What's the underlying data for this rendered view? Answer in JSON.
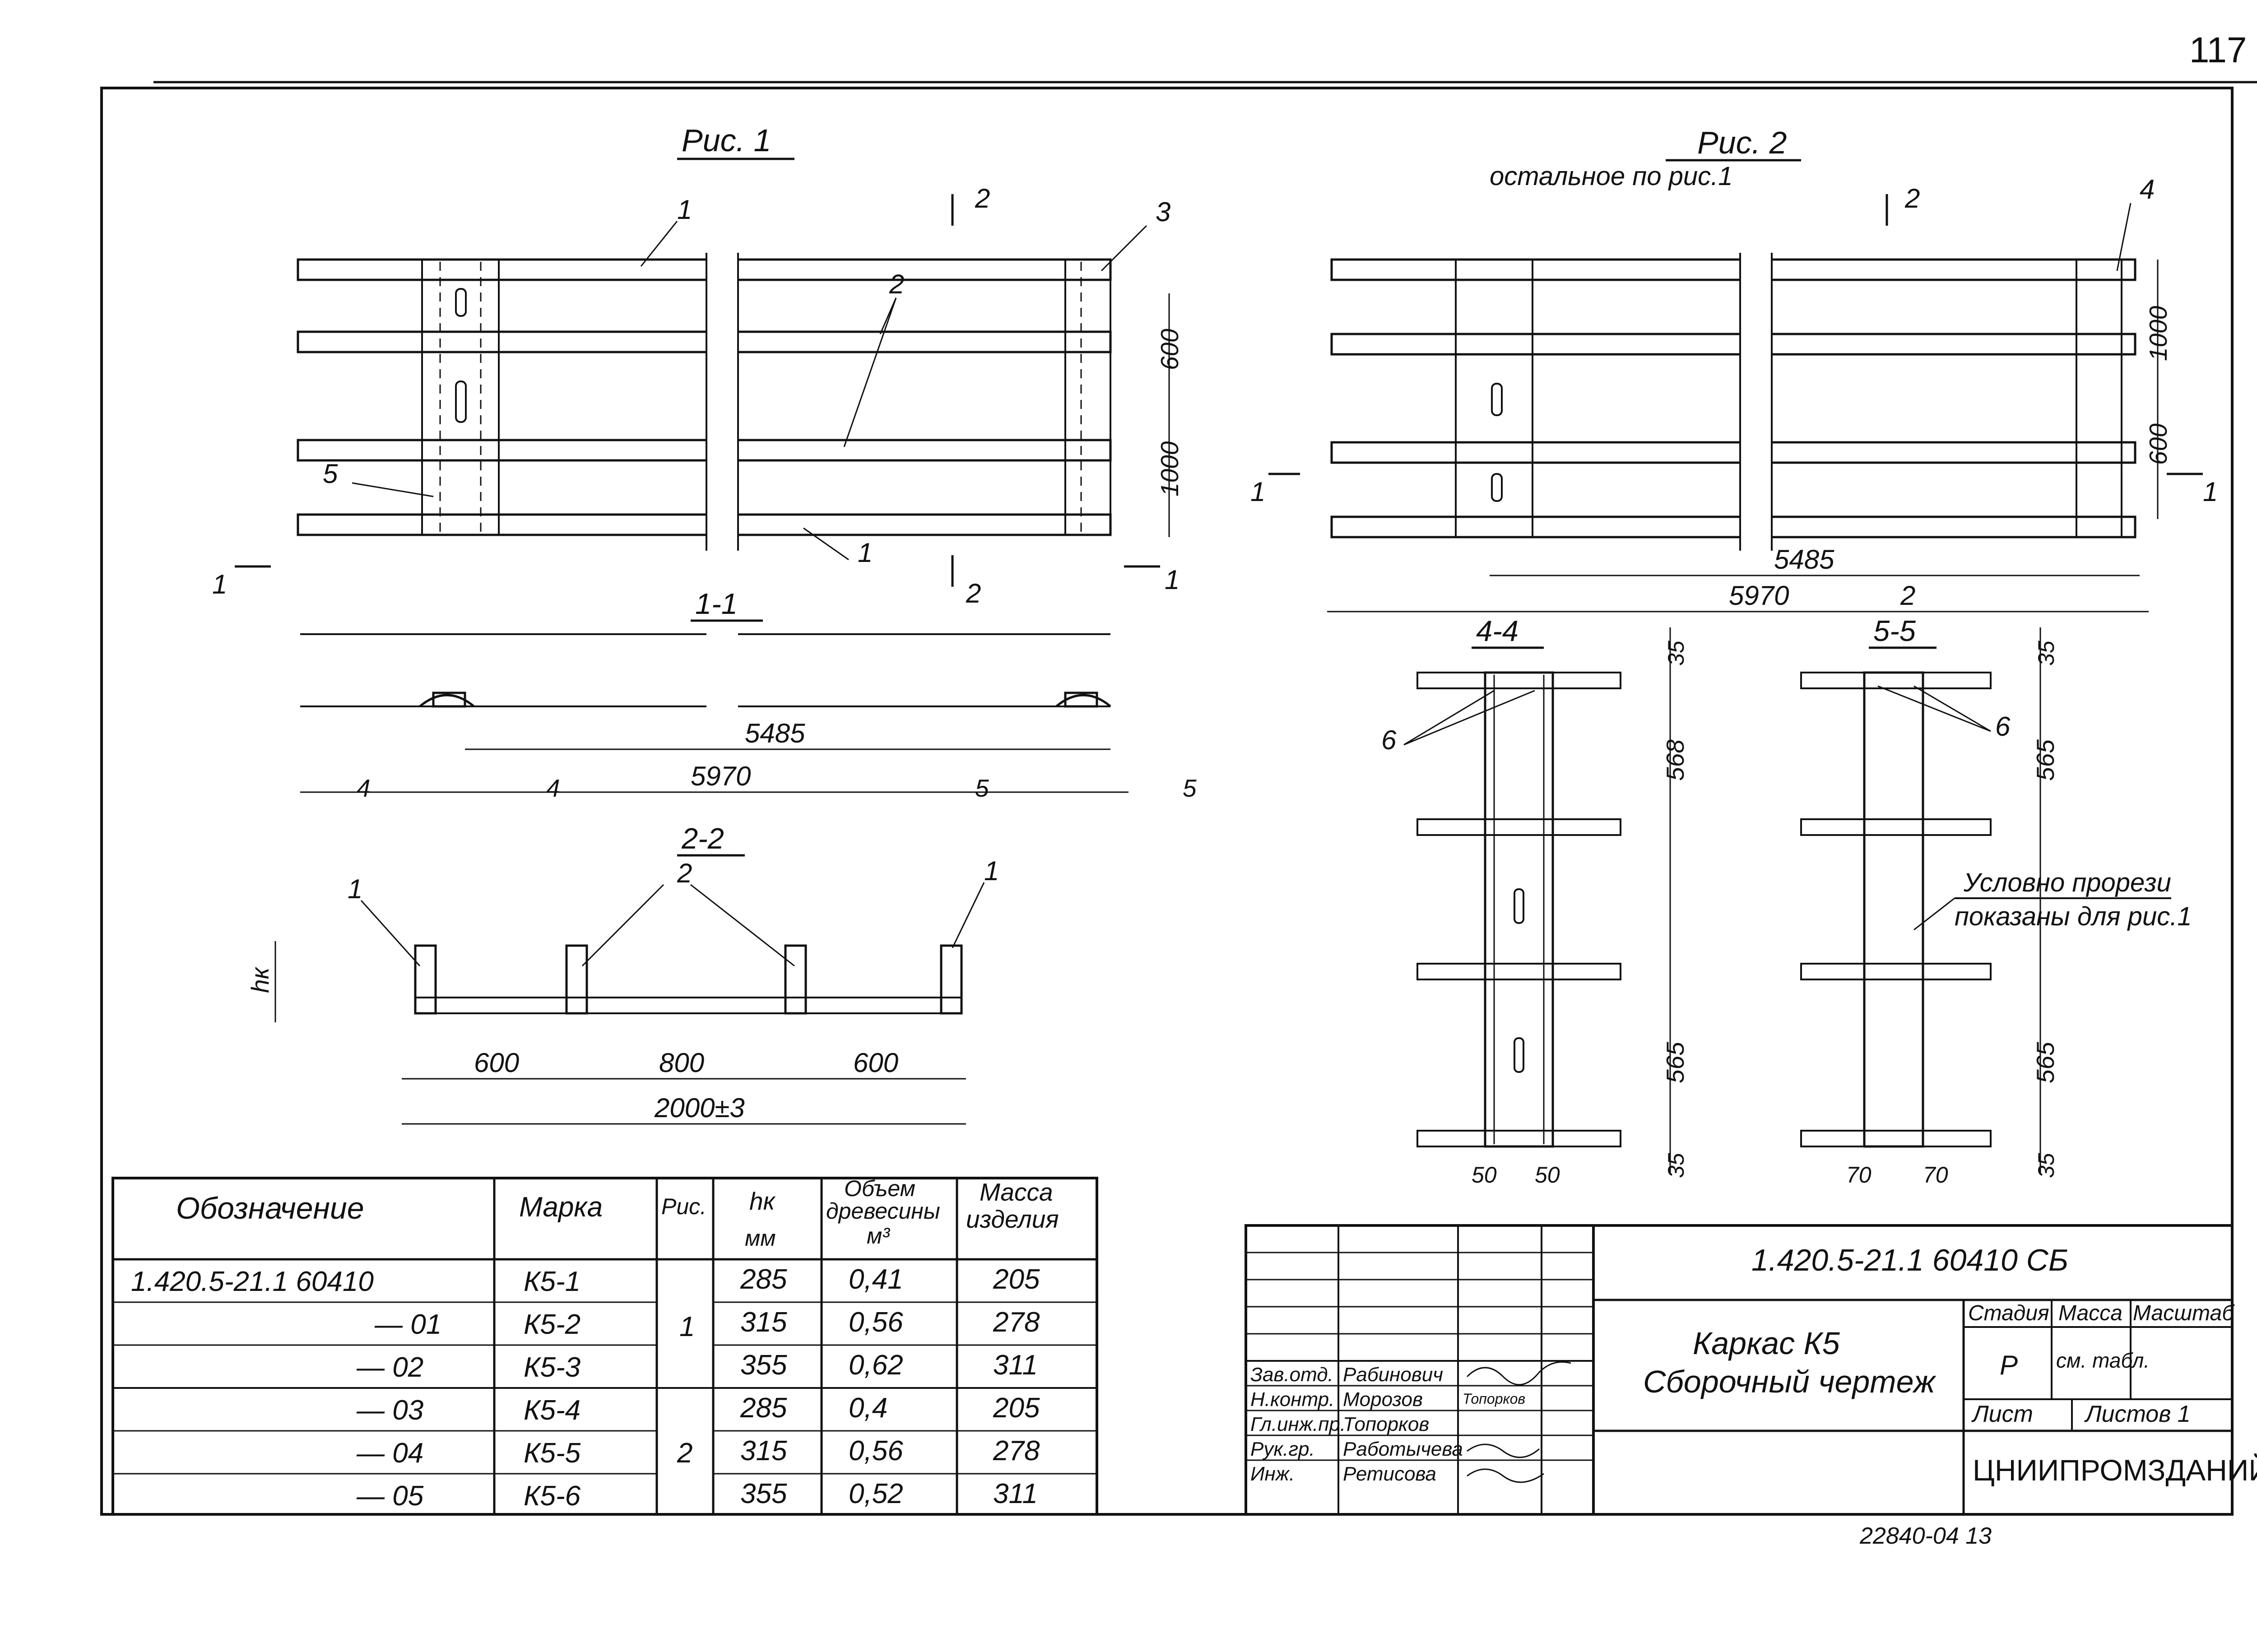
{
  "page_number": "117",
  "fig1": {
    "title": "Рис. 1",
    "section_1_1": "1-1",
    "section_2_2": "2-2",
    "dim_5485": "5485",
    "dim_5970": "5970",
    "dim_600": "600",
    "dim_1000": "1000",
    "cut_1": "1",
    "cut_2": "2",
    "cut_4": "4",
    "cut_5": "5",
    "callouts": [
      "1",
      "2",
      "3",
      "1",
      "5"
    ]
  },
  "section22": {
    "dim_600_left": "600",
    "dim_800": "800",
    "dim_600_right": "600",
    "dim_total": "2000±3",
    "hk": "hк",
    "callouts": [
      "1",
      "2",
      "1"
    ]
  },
  "fig2": {
    "title": "Рис. 2",
    "subtitle": "остальное по рис.1",
    "dim_5485": "5485",
    "dim_5970": "5970",
    "dim_1000": "1000",
    "dim_600": "600",
    "callout_4": "4",
    "cut_1": "1",
    "cut_2": "2"
  },
  "section44": {
    "title": "4-4",
    "callout": "6",
    "dims": [
      "35",
      "568",
      "565",
      "35"
    ],
    "bottom_dims": [
      "50",
      "50"
    ]
  },
  "section55": {
    "title": "5-5",
    "callout": "6",
    "note_line1": "Условно прорези",
    "note_line2": "показаны для рис.1",
    "dims": [
      "35",
      "565",
      "565",
      "35"
    ],
    "bottom_dims": [
      "70",
      "70"
    ]
  },
  "spec_table": {
    "headers": [
      "Обозначение",
      "Марка",
      "Рис.",
      "hк\nмм",
      "Объем\nдревесины\nм³",
      "Масса\nизделия"
    ],
    "rows": [
      {
        "designation": "1.420.5-21.1 60410",
        "mark": "К5-1",
        "hk": "285",
        "volume": "0,41",
        "mass": "205"
      },
      {
        "designation": "— 01",
        "mark": "К5-2",
        "hk": "315",
        "volume": "0,56",
        "mass": "278"
      },
      {
        "designation": "— 02",
        "mark": "К5-3",
        "hk": "355",
        "volume": "0,62",
        "mass": "311"
      },
      {
        "designation": "— 03",
        "mark": "К5-4",
        "hk": "285",
        "volume": "0,4",
        "mass": "205"
      },
      {
        "designation": "— 04",
        "mark": "К5-5",
        "hk": "315",
        "volume": "0,56",
        "mass": "278"
      },
      {
        "designation": "— 05",
        "mark": "К5-6",
        "hk": "355",
        "volume": "0,52",
        "mass": "311"
      }
    ],
    "fig_groups": [
      "1",
      "2"
    ]
  },
  "title_block": {
    "doc_code": "1.420.5-21.1 60410 СБ",
    "name_line1": "Каркас К5",
    "name_line2": "Сборочный чертеж",
    "stage_label": "Стадия",
    "mass_label": "Масса",
    "scale_label": "Масштаб",
    "stage_value": "Р",
    "mass_value": "см. табл.",
    "sheet_label": "Лист",
    "sheets_label": "Листов 1",
    "organization": "ЦНИИПРОМЗДАНИЙ",
    "signatures": [
      {
        "role": "Зав.отд.",
        "name": "Рабинович"
      },
      {
        "role": "Н.контр.",
        "name": "Морозов"
      },
      {
        "role": "Гл.инж.пр.",
        "name": "Топорков"
      },
      {
        "role": "Рук.гр.",
        "name": "Работычева"
      },
      {
        "role": "Инж.",
        "name": "Ретисова"
      }
    ],
    "sig_note": "Топорков"
  },
  "footer_code": "22840-04  13"
}
